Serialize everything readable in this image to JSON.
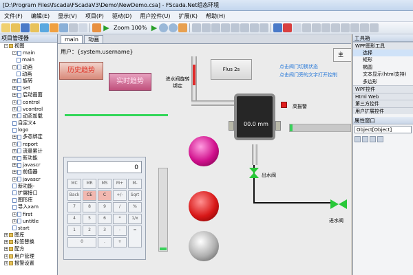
{
  "window": {
    "title": "[D:\\Program Files\\fscada\\FScadaV3\\Demo\\NewDemo.csa] - FScada.Net组态环境"
  },
  "menu": [
    "文件(F)",
    "编辑(E)",
    "显示(V)",
    "项目(P)",
    "驱动(D)",
    "用户控件(U)",
    "扩展(K)",
    "帮助(H)"
  ],
  "toolbar": {
    "zoom_label": "Zoom 100%"
  },
  "project_panel": {
    "title": "项目管理器",
    "items": [
      {
        "label": "视图",
        "indent": 1,
        "toggle": "-",
        "icon": "folder"
      },
      {
        "label": "main",
        "indent": 3,
        "toggle": "-",
        "icon": "page"
      },
      {
        "label": "main",
        "indent": 4,
        "toggle": "",
        "icon": "page"
      },
      {
        "label": "动画",
        "indent": 3,
        "toggle": "-",
        "icon": "page"
      },
      {
        "label": "动画",
        "indent": 4,
        "toggle": "",
        "icon": "page"
      },
      {
        "label": "旋转",
        "indent": 3,
        "toggle": "+",
        "icon": "page"
      },
      {
        "label": "set",
        "indent": 3,
        "toggle": "+",
        "icon": "page"
      },
      {
        "label": "启动画面",
        "indent": 3,
        "toggle": "+",
        "icon": "page"
      },
      {
        "label": "control",
        "indent": 3,
        "toggle": "+",
        "icon": "page"
      },
      {
        "label": "vcontrol",
        "indent": 3,
        "toggle": "+",
        "icon": "page"
      },
      {
        "label": "动态加载",
        "indent": 3,
        "toggle": "+",
        "icon": "page"
      },
      {
        "label": "自定义4",
        "indent": 3,
        "toggle": "",
        "icon": "page"
      },
      {
        "label": "logo",
        "indent": 3,
        "toggle": "",
        "icon": "page"
      },
      {
        "label": "多态绑定",
        "indent": 3,
        "toggle": "+",
        "icon": "page"
      },
      {
        "label": "report",
        "indent": 3,
        "toggle": "+",
        "icon": "page"
      },
      {
        "label": "流量累计",
        "indent": 3,
        "toggle": "+",
        "icon": "page"
      },
      {
        "label": "新功能",
        "indent": 3,
        "toggle": "+",
        "icon": "page"
      },
      {
        "label": "javascr",
        "indent": 3,
        "toggle": "+",
        "icon": "page"
      },
      {
        "label": "前值器",
        "indent": 3,
        "toggle": "+",
        "icon": "page"
      },
      {
        "label": "javascr",
        "indent": 3,
        "toggle": "+",
        "icon": "page"
      },
      {
        "label": "新功能-",
        "indent": 3,
        "toggle": "",
        "icon": "page"
      },
      {
        "label": "扩展接口",
        "indent": 3,
        "toggle": "",
        "icon": "page"
      },
      {
        "label": "图形库",
        "indent": 3,
        "toggle": "",
        "icon": "page"
      },
      {
        "label": "导入xam",
        "indent": 3,
        "toggle": "",
        "icon": "page"
      },
      {
        "label": "first",
        "indent": 3,
        "toggle": "+",
        "icon": "page"
      },
      {
        "label": "untitle",
        "indent": 3,
        "toggle": "+",
        "icon": "page"
      },
      {
        "label": "start",
        "indent": 3,
        "toggle": "",
        "icon": "page"
      },
      {
        "label": "图库",
        "indent": 1,
        "toggle": "+",
        "icon": "folder"
      },
      {
        "label": "标签替换",
        "indent": 1,
        "toggle": "+",
        "icon": "folder"
      },
      {
        "label": "配方",
        "indent": 1,
        "toggle": "+",
        "icon": "folder"
      },
      {
        "label": "用户管理",
        "indent": 1,
        "toggle": "+",
        "icon": "folder"
      },
      {
        "label": "报警设置",
        "indent": 1,
        "toggle": "+",
        "icon": "folder"
      }
    ]
  },
  "doc_tabs": [
    "main",
    "动画"
  ],
  "canvas": {
    "user_label": "用户：{system.username}",
    "btn_history": "历史趋势",
    "btn_realtime": "实时趋势",
    "valve_label": "进水阀旋转绑定",
    "btn_flus": "Flus 2s",
    "hint1": "点击阀门切换状态",
    "hint2": "点击阀门旁的文字打开控制",
    "btn_main": "主",
    "tank_value": "00.0 mm",
    "alarm_label": "高报警",
    "outlet_label": "出水阀",
    "inlet_label": "进水阀",
    "calc_display": "0",
    "calc_keys": [
      [
        "MC",
        "MR",
        "MS",
        "M+",
        "M-"
      ],
      [
        "Back",
        "CE",
        "C",
        "+/-",
        "Sqrt"
      ],
      [
        "7",
        "8",
        "9",
        "/",
        "%"
      ],
      [
        "4",
        "5",
        "6",
        "*",
        "1/x"
      ],
      [
        "1",
        "2",
        "3",
        "-",
        "="
      ],
      [
        "0",
        "",
        ".",
        "+",
        ""
      ]
    ]
  },
  "toolbox": {
    "title": "工具箱",
    "section": "WPF图形工具",
    "items": [
      "选择",
      "矩形",
      "椭圆",
      "文本显示(html支持)",
      "多边形"
    ],
    "groups": [
      "WPF控件",
      "Html Web",
      "第三方控件",
      "用户扩展控件"
    ]
  },
  "properties": {
    "title": "属性窗口",
    "selected": "Object[Object]"
  },
  "colors": {
    "accent": "#2a7ad8",
    "alarm": "#e01e1e",
    "level": "#33d659"
  }
}
